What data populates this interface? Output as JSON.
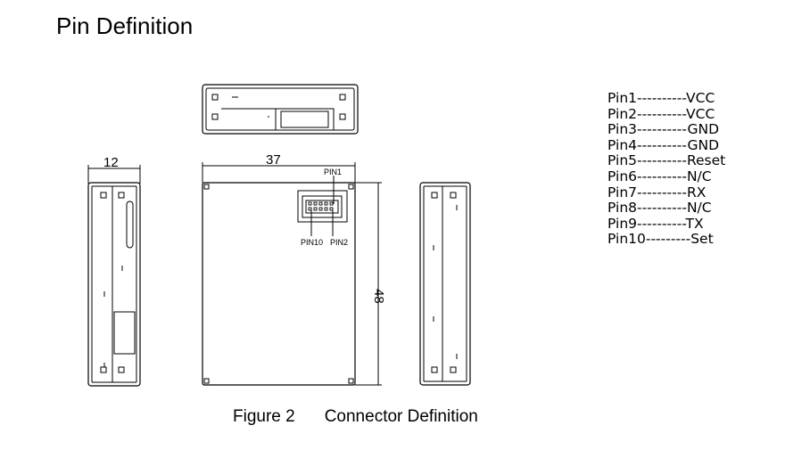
{
  "page": {
    "title": "Pin Definition"
  },
  "diagram": {
    "side_width_label": "12",
    "front_width_label": "37",
    "front_height_label": "48",
    "pin1_label": "PIN1",
    "pin10_label": "PIN10",
    "pin2_label": "PIN2"
  },
  "pins": [
    {
      "pin": "Pin1",
      "dashes": "----------",
      "signal": "VCC"
    },
    {
      "pin": "Pin2",
      "dashes": "----------",
      "signal": "VCC"
    },
    {
      "pin": "Pin3",
      "dashes": "----------",
      "signal": "GND"
    },
    {
      "pin": "Pin4",
      "dashes": "----------",
      "signal": "GND"
    },
    {
      "pin": "Pin5",
      "dashes": "----------",
      "signal": "Reset"
    },
    {
      "pin": "Pin6",
      "dashes": "----------",
      "signal": "N/C"
    },
    {
      "pin": "Pin7",
      "dashes": "----------",
      "signal": "RX"
    },
    {
      "pin": "Pin8",
      "dashes": "----------",
      "signal": "N/C"
    },
    {
      "pin": "Pin9",
      "dashes": "----------",
      "signal": "TX"
    },
    {
      "pin": "Pin10",
      "dashes": "---------",
      "signal": "Set"
    }
  ],
  "caption": {
    "label": "Figure 2",
    "text": "Connector Definition"
  }
}
